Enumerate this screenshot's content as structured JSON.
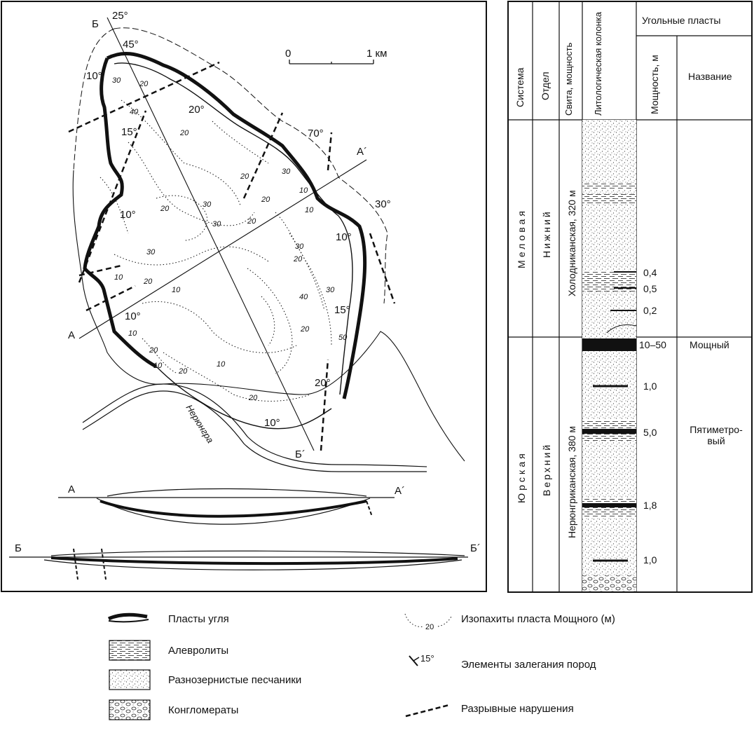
{
  "map": {
    "section_labels": {
      "A": "А",
      "A_prime": "А´",
      "B": "Б",
      "B_prime": "Б´"
    },
    "dip_angles": [
      "25°",
      "45°",
      "10°",
      "20°",
      "15°",
      "70°",
      "30°",
      "10°",
      "10°",
      "15°",
      "10°",
      "20°",
      "10°"
    ],
    "isopach_values": [
      "30",
      "20",
      "40",
      "20",
      "20",
      "30",
      "30",
      "20",
      "20",
      "30",
      "10",
      "20",
      "10",
      "10",
      "30",
      "20",
      "10",
      "30",
      "20",
      "40",
      "30",
      "20",
      "50",
      "10",
      "20",
      "10",
      "20",
      "10",
      "20"
    ],
    "river_name": "Нерюнгра",
    "scale": {
      "start": "0",
      "end": "1 км"
    }
  },
  "stratigraphy": {
    "headers": {
      "system": "Система",
      "series": "Отдел",
      "suite": "Свита, мощность",
      "lithology": "Литологическая колонка",
      "coal_seams": "Угольные пласты",
      "thickness": "Мощность, м",
      "name": "Название"
    },
    "upper_block": {
      "system": "Меловая",
      "series": "Нижний",
      "suite": "Холодниканская, 320 м",
      "thicknesses": [
        "0,4",
        "0,5",
        "0,2"
      ]
    },
    "lower_block": {
      "system": "Юрская",
      "series": "Верхний",
      "suite": "Нерюнгриканская, 380 м",
      "thicknesses": [
        "10–50",
        "1,0",
        "5,0",
        "1,8",
        "1,0"
      ],
      "names": [
        "Мощный",
        "Пятиметро-\nвый"
      ]
    }
  },
  "legend": {
    "items": [
      "Пласты угля",
      "Алевролиты",
      "Разнозернистые песчаники",
      "Конгломераты",
      "Изопахиты пласта Мощного (м)",
      "Элементы залегания пород",
      "Разрывные нарушения"
    ],
    "isopach_sample": "20",
    "dip_sample": "15°"
  }
}
